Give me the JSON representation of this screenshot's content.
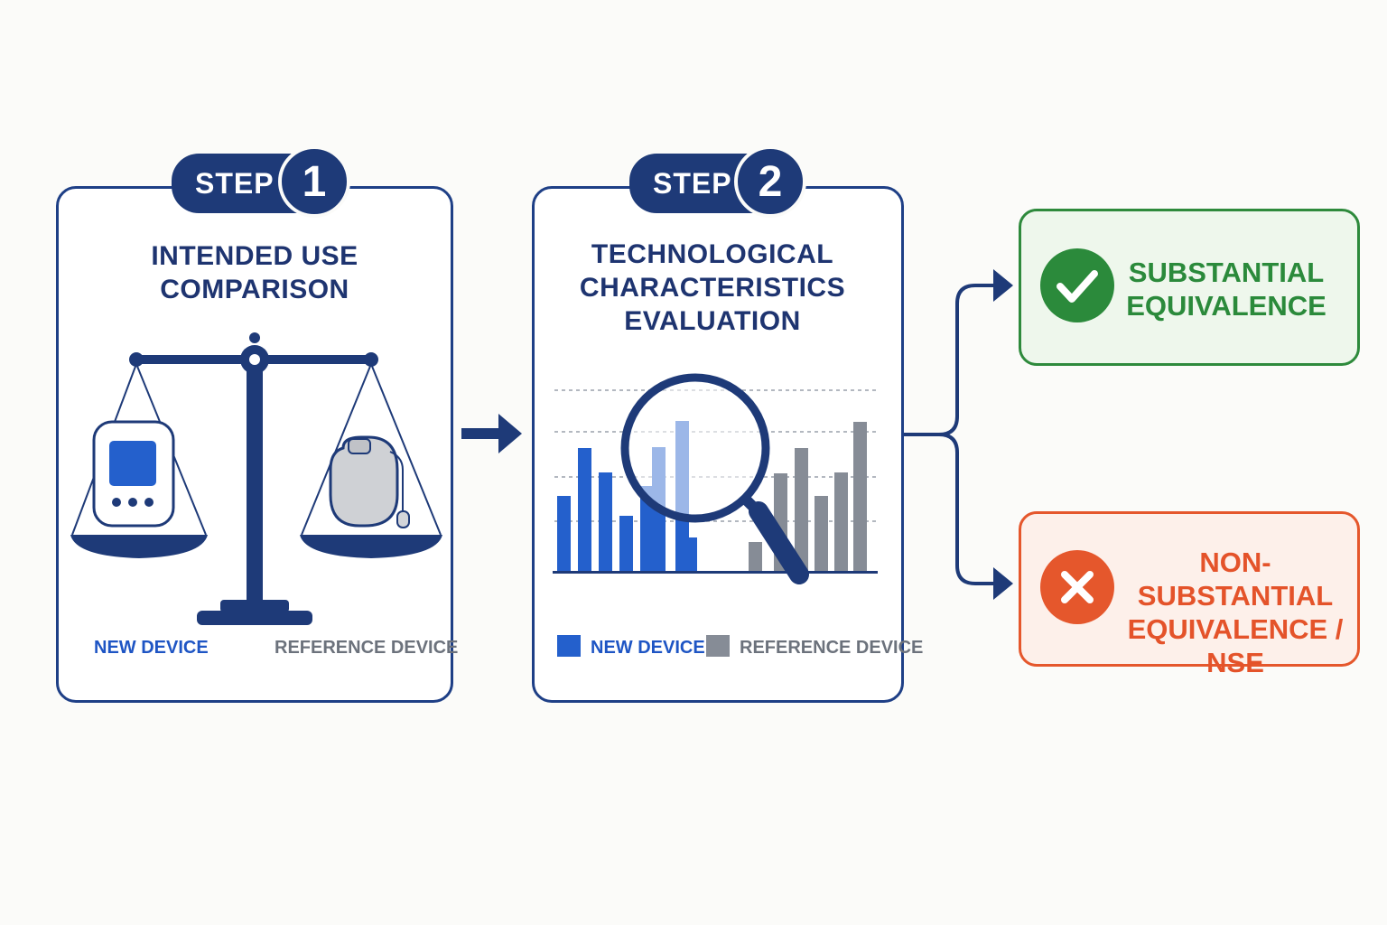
{
  "step1": {
    "step_word": "STEP",
    "step_number": "1",
    "title_line1": "INTENDED USE",
    "title_line2": "COMPARISON",
    "legend_new": "NEW DEVICE",
    "legend_reference": "REFERENCE DEVICE"
  },
  "step2": {
    "step_word": "STEP",
    "step_number": "2",
    "title_line1": "TECHNOLOGICAL",
    "title_line2": "CHARACTERISTICS",
    "title_line3": "EVALUATION",
    "legend_new": "NEW DEVICE",
    "legend_reference": "REFERENCE DEVICE"
  },
  "outcomes": {
    "substantial_line1": "SUBSTANTIAL",
    "substantial_line2": "EQUIVALENCE",
    "nse_line1": "NON-SUBSTANTIAL",
    "nse_line2": "EQUIVALENCE /",
    "nse_line3": "NSE"
  },
  "icons": {
    "scale": "balance-scale-icon",
    "new_device": "glucose-monitor-icon",
    "reference_device": "pacemaker-icon",
    "magnifier": "magnifying-glass-icon",
    "success": "check-icon",
    "fail": "x-icon"
  },
  "colors": {
    "navy": "#1e3a78",
    "new_device_blue": "#2460cc",
    "reference_gray": "#868c96",
    "success_green": "#2b8a3b",
    "fail_orange": "#e5572c"
  }
}
